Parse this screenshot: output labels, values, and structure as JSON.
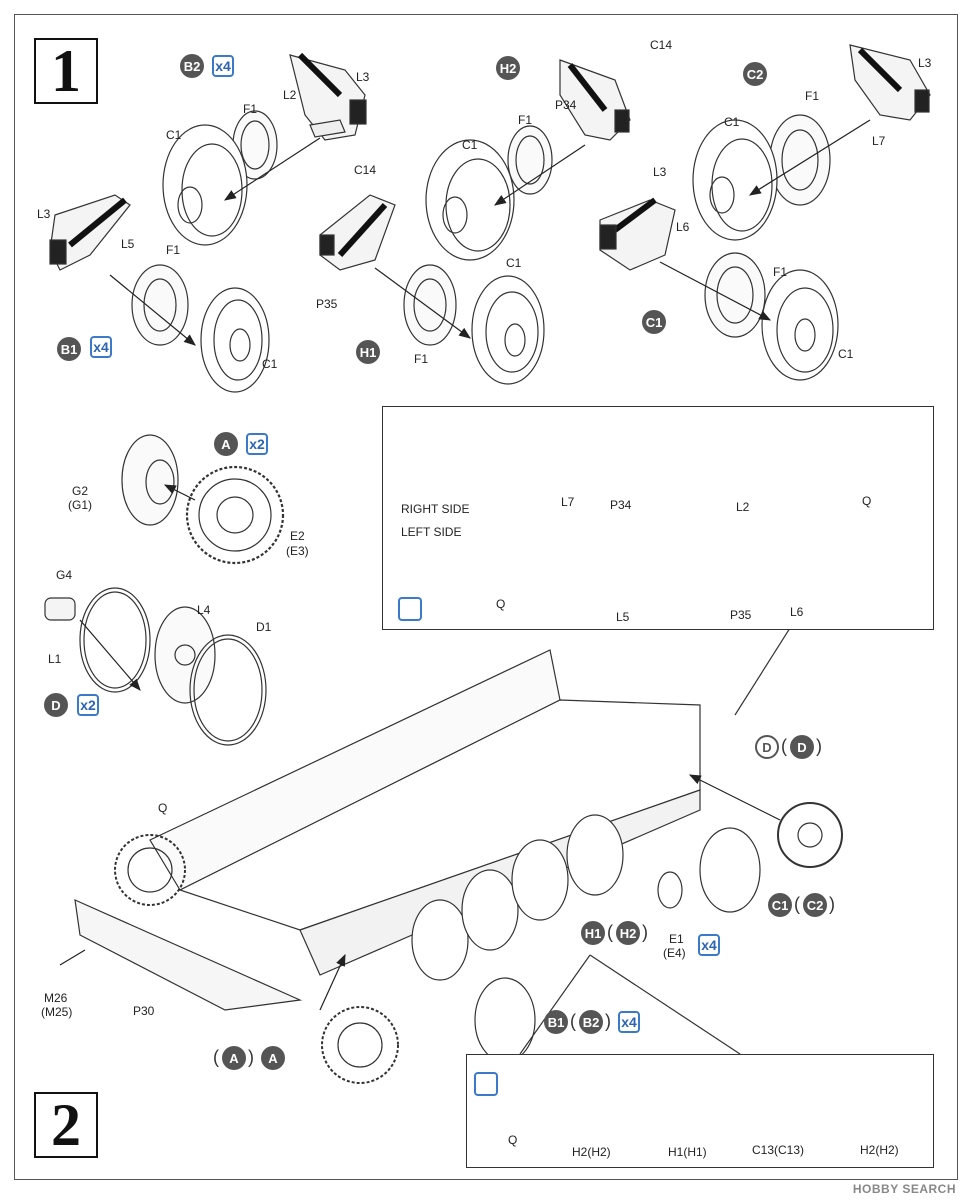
{
  "steps": {
    "step1": "1",
    "step2": "2"
  },
  "assemblies": {
    "b2": {
      "badge": "B2",
      "qty": "x4"
    },
    "h2": {
      "badge": "H2"
    },
    "c2": {
      "badge": "C2"
    },
    "b1": {
      "badge": "B1",
      "qty": "x4"
    },
    "h1": {
      "badge": "H1"
    },
    "c1": {
      "badge": "C1"
    },
    "a": {
      "badge": "A",
      "qty": "x2"
    },
    "d": {
      "badge": "D",
      "qty": "x2"
    }
  },
  "parts": {
    "b2": [
      "L3",
      "L2",
      "F1",
      "C1"
    ],
    "h2": [
      "C14",
      "P34",
      "F1",
      "C1"
    ],
    "c2": [
      "L3",
      "F1",
      "C1",
      "L7"
    ],
    "b1": [
      "L3",
      "L5",
      "F1",
      "C1"
    ],
    "h1": [
      "C14",
      "P35",
      "F1",
      "C1"
    ],
    "c1": [
      "L3",
      "L6",
      "F1",
      "C1"
    ],
    "a": [
      "G2",
      "(G1)",
      "E2",
      "(E3)"
    ],
    "d": [
      "G4",
      "L4",
      "D1",
      "L1"
    ]
  },
  "inset1": {
    "right_side": "RIGHT SIDE",
    "left_side": "LEFT SIDE",
    "right_labels": [
      "L7",
      "P34",
      "L2",
      "Q"
    ],
    "left_labels": [
      "Q",
      "L5",
      "P35",
      "L6"
    ]
  },
  "step2": {
    "hull": "Q",
    "p30": "P30",
    "m26": "M26",
    "m25": "(M25)",
    "dd": [
      "D",
      "D"
    ],
    "c1c2": [
      "C1",
      "C2"
    ],
    "h1h2": [
      "H1",
      "H2"
    ],
    "e1": "E1",
    "e4": "(E4)",
    "e_qty": "x4",
    "b1b2": [
      "B1",
      "B2"
    ],
    "b_qty": "x4",
    "aa": [
      "A",
      "A"
    ]
  },
  "inset2": {
    "labels": [
      "Q",
      "H2(H2)",
      "H1(H1)",
      "C13(C13)",
      "H2(H2)"
    ]
  },
  "watermark": "HOBBY SEARCH"
}
